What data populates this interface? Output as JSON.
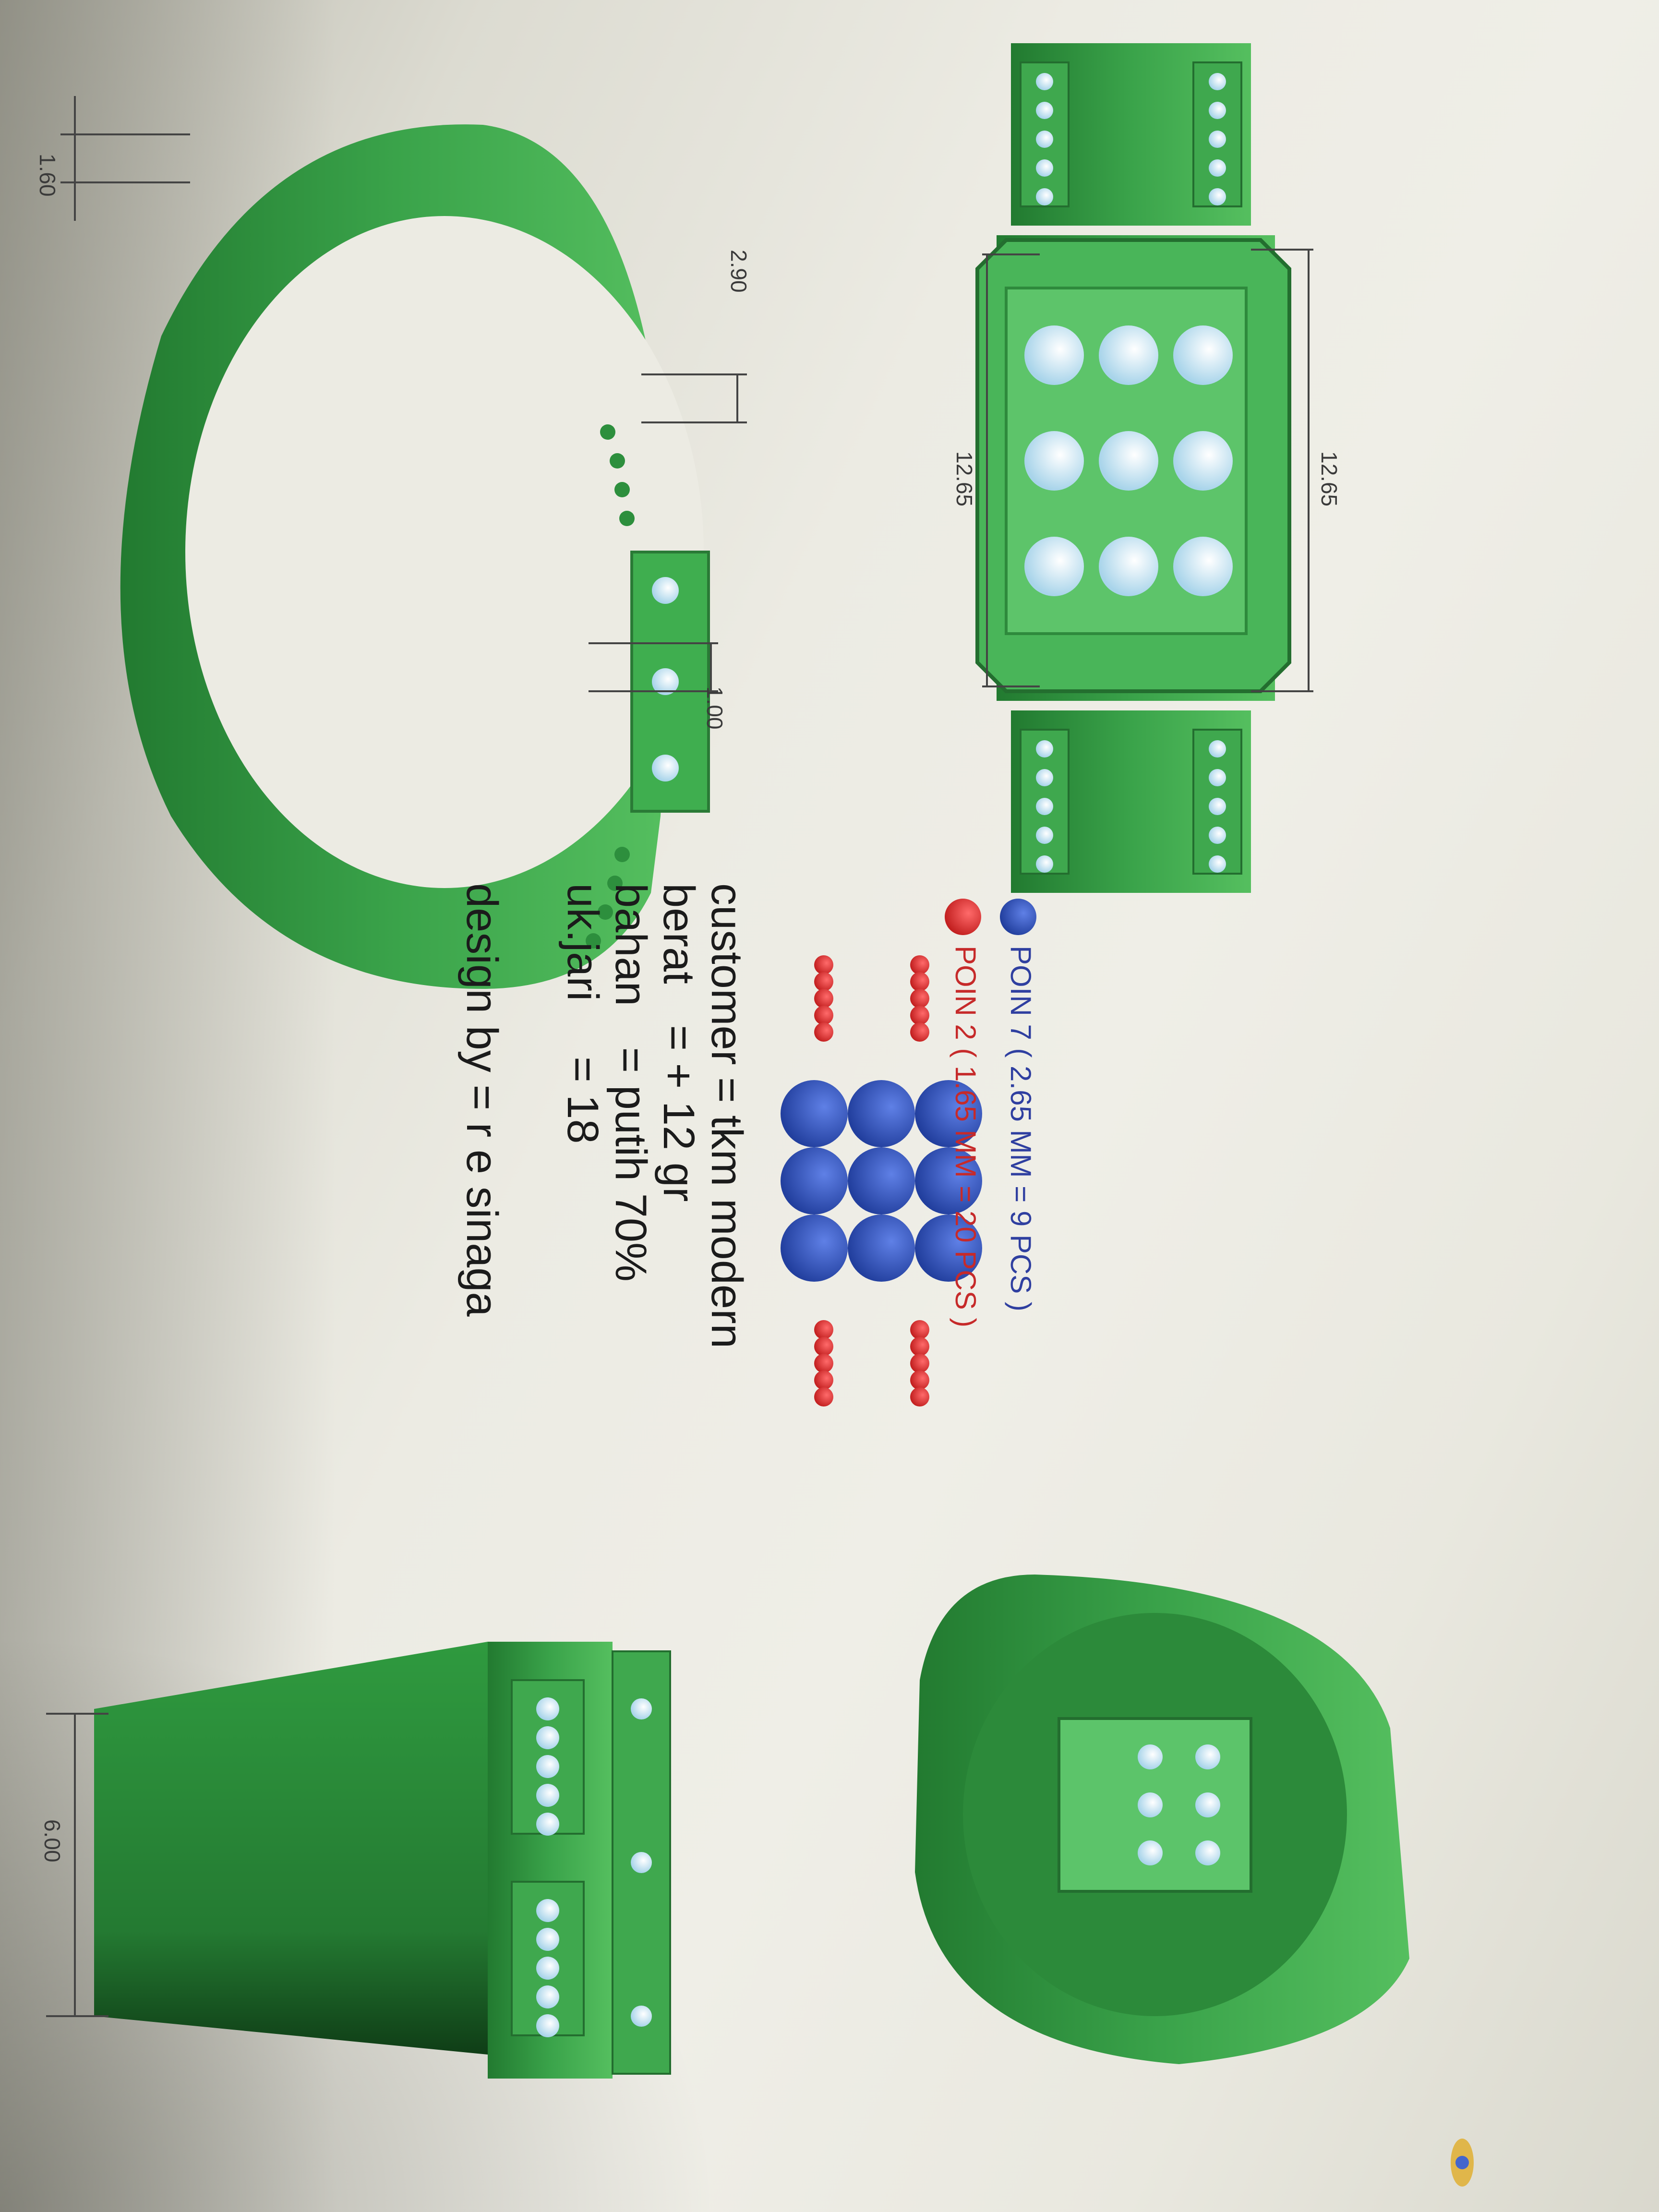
{
  "dimensions": {
    "top_width": "12.65",
    "top_height": "12.65",
    "side_height": "6.00",
    "ring_top": "1.60",
    "ring_head": "2.90",
    "ring_shank": "1.00"
  },
  "legend": {
    "red": {
      "label": "POIN 2 ( 1.65 MM = 20 PCS )",
      "color": "#c62a2a"
    },
    "blue": {
      "label": "POIN 7 ( 2.65 MM = 9 PCS )",
      "color": "#2f3fa0"
    }
  },
  "spec": {
    "customer_label": "customer",
    "customer_value": "= tkm modern",
    "berat_label": "berat",
    "berat_value": "=  + 12 gr",
    "bahan_label": "bahan",
    "bahan_value": "= putih 70%",
    "ukjari_label": "uk.jari",
    "ukjari_value": "= 18",
    "design_by": "design by = r e sinaga"
  },
  "colors": {
    "ring_green": "#3aa34a",
    "ring_dark": "#1f6b2c",
    "stone_white": "#dff0f7",
    "stone_red": "#e03434",
    "stone_blue": "#2e4fb8"
  },
  "icons": [
    "ring-front-view-icon",
    "ring-top-view-icon",
    "ring-side-view-icon",
    "ring-3d-view-icon",
    "logo-icon"
  ]
}
